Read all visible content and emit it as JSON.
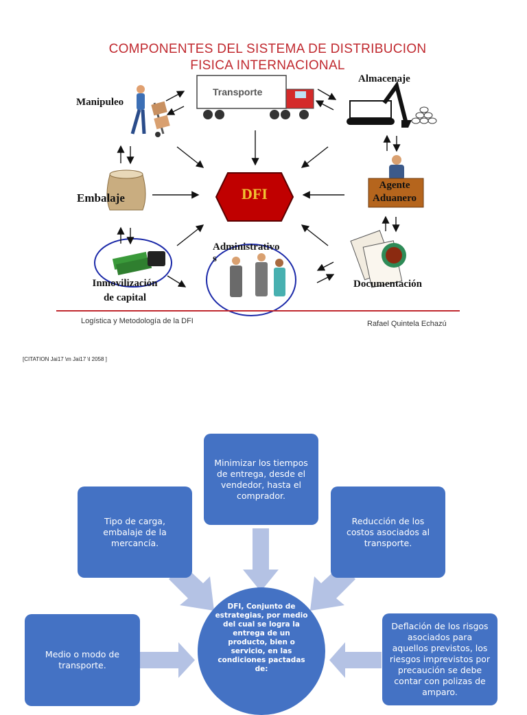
{
  "diagram": {
    "title_line1": "COMPONENTES DEL SISTEMA DE DISTRIBUCION",
    "title_line2": "FISICA INTERNACIONAL",
    "center_label": "DFI",
    "nodes": {
      "manipuleo": "Manipuleo",
      "transporte": "Transporte",
      "almacenaje": "Almacenaje",
      "embalaje": "Embalaje",
      "agente_line1": "Agente",
      "agente_line2": "Aduanero",
      "administrativos_line1": "Administrativo",
      "administrativos_line2": "s",
      "inmovilizacion_line1": "Inmovilización",
      "inmovilizacion_line2": "de capital",
      "documentacion": "Documentación"
    },
    "footer_left": "Logística y Metodología de la DFI",
    "footer_right": "Rafael Quintela Echazú",
    "colors": {
      "title": "#c0282e",
      "hex": "#c00000",
      "hex_text": "#f1c232"
    }
  },
  "citation": "[CITATION Jai17 \\m Jai17 \\l 2058 ]",
  "smartart": {
    "center": "DFI, Conjunto de estrategias, por medio del cual se logra la entrega de un producto, bien o servicio, en las condiciones pactadas de:",
    "box_top": "Minimizar los tiempos de entrega, desde el vendedor, hasta el comprador.",
    "box_upper_left": "Tipo de carga, embalaje de la mercancía.",
    "box_upper_right": "Reducción de los costos asociados al transporte.",
    "box_left": "Medio o modo de transporte.",
    "box_right": "Deflación de los risgos asociados para aquellos previstos, los riesgos imprevistos por precaución se debe contar con polizas de amparo.",
    "colors": {
      "box": "#4472c4",
      "arrow": "#b4c2e4"
    }
  }
}
